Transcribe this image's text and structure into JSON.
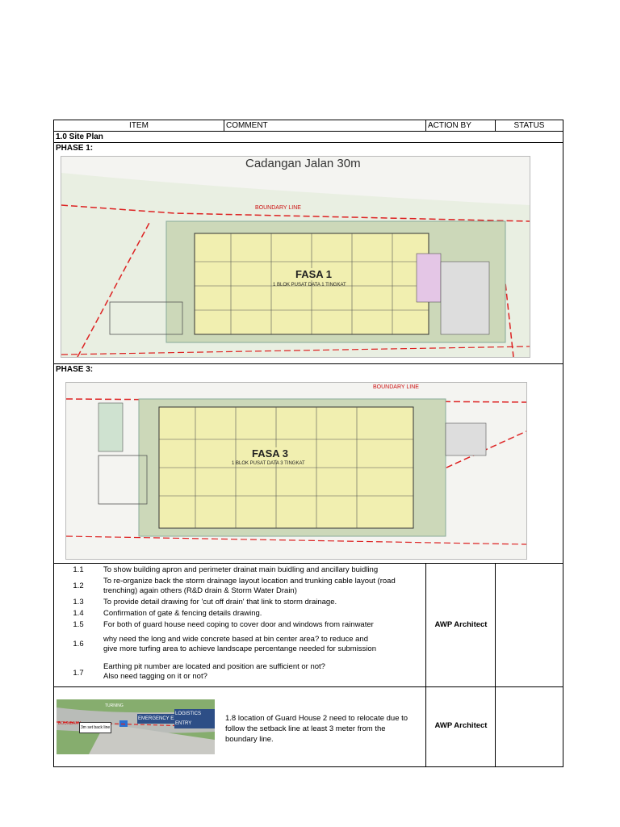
{
  "headers": {
    "item": "ITEM",
    "comment": "COMMENT",
    "action_by": "ACTION BY",
    "status": "STATUS"
  },
  "section_title": "1.0 Site Plan",
  "phase1": {
    "label": "PHASE 1:",
    "road_label": "Cadangan Jalan 30m",
    "boundary_label": "BOUNDARY LINE",
    "block_label": "FASA 1",
    "block_sub": "1 BLOK PUSAT DATA 1 TINGKAT"
  },
  "phase3": {
    "label": "PHASE 3:",
    "boundary_label": "BOUNDARY LINE",
    "block_label": "FASA 3",
    "block_sub": "1 BLOK PUSAT DATA 3 TINGKAT"
  },
  "items": [
    {
      "no": "1.1",
      "text": [
        "To show building apron and perimeter drainat main buidling and ancillary buidling"
      ]
    },
    {
      "no": "1.2",
      "text": [
        "To re-organize back the storm drainage layout location and trunking cable layout (road",
        "trenching) again others (R&D drain & Storm Water Drain)"
      ]
    },
    {
      "no": "1.3",
      "text": [
        "To provide detail drawing for 'cut off drain' that link to storm drainage."
      ]
    },
    {
      "no": "1.4",
      "text": [
        "Confirmation of gate & fencing details drawing."
      ]
    },
    {
      "no": "1.5",
      "text": [
        "For both of guard house need coping to cover door and windows from rainwater"
      ]
    },
    {
      "no": "1.6",
      "text": [
        "why need the long and wide concrete based at bin center area? to reduce and",
        "give more turfing area to achieve landscape percentange needed for submission"
      ]
    },
    {
      "no": "1.7",
      "text": [
        "Earthing pit number are located and position are sufficient or not?",
        "Also need tagging on it or not?"
      ]
    }
  ],
  "action_by_1": "AWP Architect",
  "item_1_8": {
    "text": [
      "1.8 location of Guard House 2 need to relocate due to",
      "follow the setback line at least 3 meter from the",
      "boundary line."
    ],
    "action_by": "AWP Architect",
    "image_labels": {
      "emergency": "EMERGENCY EXIT",
      "logistics": "LOGISTICS ENTRY",
      "boundary": "BOUNDARY",
      "note": "3m set back line",
      "turning": "TURNING"
    }
  }
}
